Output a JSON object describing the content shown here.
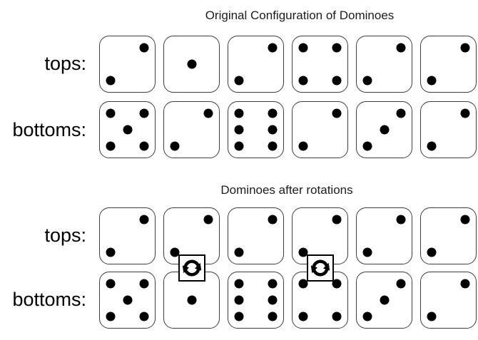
{
  "figure": {
    "sections": [
      {
        "id": "original",
        "title": "Original Configuration of Dominoes",
        "rows": [
          {
            "label": "tops:",
            "dice": [
              2,
              1,
              2,
              4,
              2,
              2
            ]
          },
          {
            "label": "bottoms:",
            "dice": [
              5,
              2,
              6,
              2,
              3,
              2
            ]
          }
        ],
        "rotation_markers": []
      },
      {
        "id": "after-rotations",
        "title": "Dominoes after rotations",
        "rows": [
          {
            "label": "tops:",
            "dice": [
              2,
              2,
              2,
              2,
              2,
              2
            ]
          },
          {
            "label": "bottoms:",
            "dice": [
              5,
              1,
              6,
              4,
              3,
              2
            ]
          }
        ],
        "rotation_markers": [
          2,
          4
        ]
      }
    ],
    "pip_layouts": {
      "1": [
        "C"
      ],
      "2": [
        "TR",
        "BL"
      ],
      "3": [
        "TR",
        "C",
        "BL"
      ],
      "4": [
        "TL",
        "TR",
        "BL",
        "BR"
      ],
      "5": [
        "TL",
        "TR",
        "C",
        "BL",
        "BR"
      ],
      "6": [
        "TL",
        "TR",
        "ML",
        "MR",
        "BL",
        "BR"
      ]
    },
    "icons": {
      "rotation": "circular-rotation-arrows"
    },
    "colors": {
      "background": "#ffffff",
      "die_border": "#3d3d3d",
      "pip": "#000000",
      "text": "#000000",
      "rotation_icon": "#000000"
    }
  }
}
